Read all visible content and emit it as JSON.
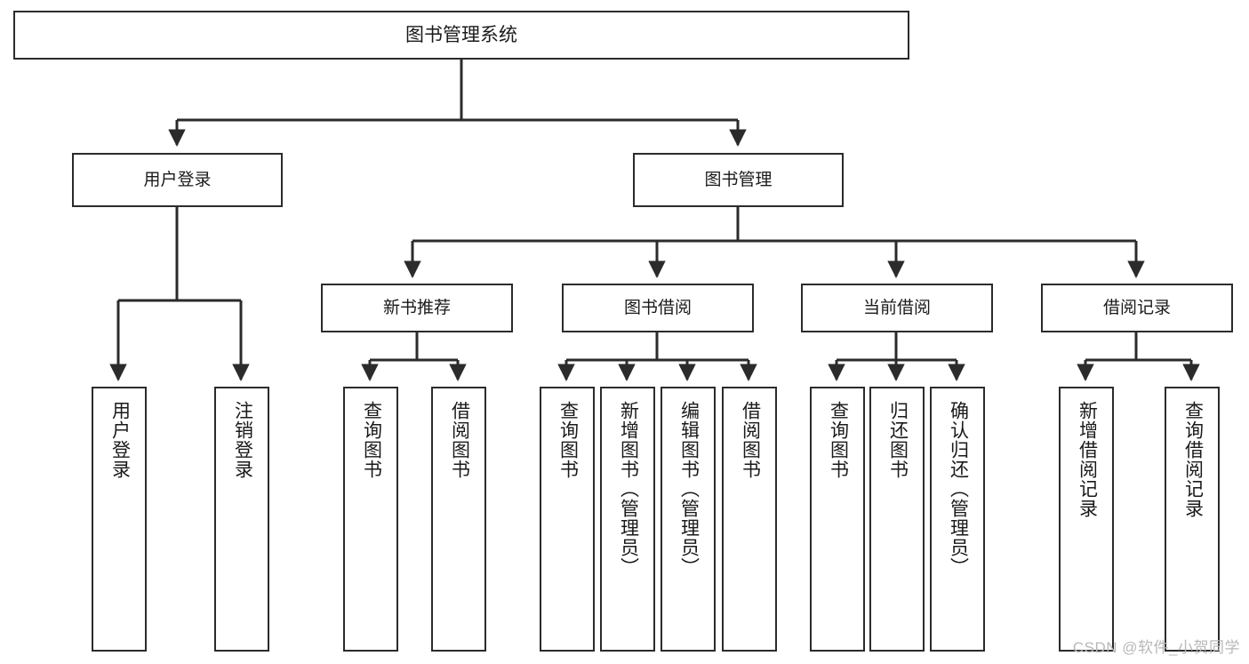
{
  "diagram": {
    "type": "tree-hierarchy",
    "title": "图书管理系统",
    "orientation": "top-down",
    "colors": {
      "background": "#ffffff",
      "node_fill": "#ffffff",
      "node_border": "#2b2b2b",
      "edge": "#2b2b2b",
      "text": "#1a1a1a",
      "watermark": "#b8b8b8"
    },
    "watermark": "CSDN @软件_小贺同学",
    "root": {
      "id": "root",
      "label": "图书管理系统"
    },
    "level2": [
      {
        "id": "user-login",
        "label": "用户登录"
      },
      {
        "id": "book-manage",
        "label": "图书管理"
      }
    ],
    "level3": [
      {
        "id": "new-book-rec",
        "label": "新书推荐",
        "parent": "book-manage"
      },
      {
        "id": "book-borrow",
        "label": "图书借阅",
        "parent": "book-manage"
      },
      {
        "id": "current-borrow",
        "label": "当前借阅",
        "parent": "book-manage"
      },
      {
        "id": "borrow-record",
        "label": "借阅记录",
        "parent": "book-manage"
      }
    ],
    "leaves": [
      {
        "id": "leaf-user-login",
        "label": "用户登录",
        "parent": "user-login"
      },
      {
        "id": "leaf-user-logout",
        "label": "注销登录",
        "parent": "user-login"
      },
      {
        "id": "leaf-rec-query",
        "label": "查询图书",
        "parent": "new-book-rec"
      },
      {
        "id": "leaf-rec-borrow",
        "label": "借阅图书",
        "parent": "new-book-rec"
      },
      {
        "id": "leaf-borrow-query",
        "label": "查询图书",
        "parent": "book-borrow"
      },
      {
        "id": "leaf-borrow-add",
        "label": "新增图书（管理员）",
        "parent": "book-borrow"
      },
      {
        "id": "leaf-borrow-edit",
        "label": "编辑图书（管理员）",
        "parent": "book-borrow"
      },
      {
        "id": "leaf-borrow-lend",
        "label": "借阅图书",
        "parent": "book-borrow"
      },
      {
        "id": "leaf-cur-query",
        "label": "查询图书",
        "parent": "current-borrow"
      },
      {
        "id": "leaf-cur-return",
        "label": "归还图书",
        "parent": "current-borrow"
      },
      {
        "id": "leaf-cur-confirm",
        "label": "确认归还（管理员）",
        "parent": "current-borrow"
      },
      {
        "id": "leaf-rec-add",
        "label": "新增借阅记录",
        "parent": "borrow-record"
      },
      {
        "id": "leaf-rec-query2",
        "label": "查询借阅记录",
        "parent": "borrow-record"
      }
    ]
  }
}
